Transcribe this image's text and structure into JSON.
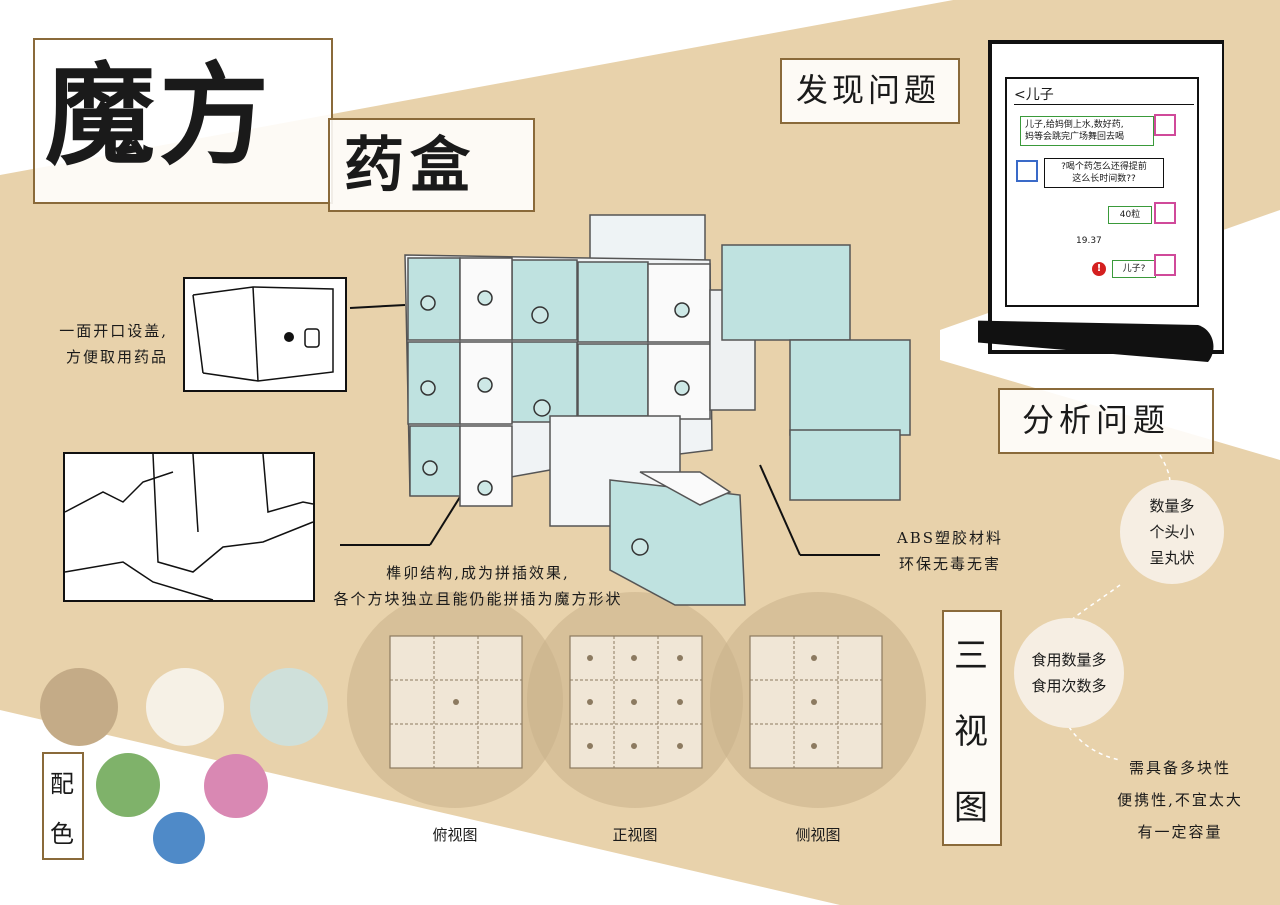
{
  "title": {
    "main": "魔方",
    "sub": "药盒"
  },
  "sections": {
    "find_problem": "发现问题",
    "analyze_problem": "分析问题",
    "three_views": [
      "三",
      "视",
      "图"
    ],
    "palette_label": [
      "配",
      "色"
    ]
  },
  "notes": {
    "lid": [
      "一面开口设盖,",
      "方便取用药品"
    ],
    "joint": [
      "榫卯结构,成为拼插效果,",
      "各个方块独立且能仍能拼插为魔方形状"
    ],
    "material": [
      "ABS塑胶材料",
      "环保无毒无害"
    ]
  },
  "phone": {
    "contact": "<儿子",
    "messages": [
      "儿子,给妈倒上水,数好药,",
      "妈等会跳完广场舞回去喝"
    ],
    "reply": [
      "?喝个药怎么还得提前",
      "这么长时间数??"
    ],
    "count": "40粒",
    "time": "19.37",
    "question": "儿子?",
    "alert": "!"
  },
  "analysis": {
    "bubble1": [
      "数量多",
      "个头小",
      "呈丸状"
    ],
    "bubble2": [
      "食用数量多",
      "食用次数多"
    ],
    "bubble3": [
      "需具备多块性",
      "便携性,不宜太大",
      "有一定容量"
    ]
  },
  "views": [
    "俯视图",
    "正视图",
    "侧视图"
  ],
  "colors": {
    "background_band": "#e8d2ab",
    "frame": "#8a6a3a",
    "palette": [
      "#c4ab87",
      "#f6f1e6",
      "#cfe0da",
      "#7fb26a",
      "#d988b3",
      "#4f8ac8"
    ]
  }
}
